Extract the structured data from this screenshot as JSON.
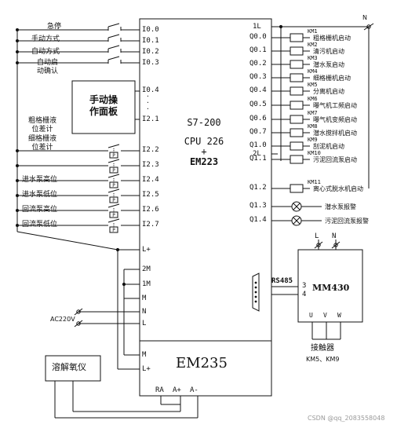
{
  "inputs_left": [
    {
      "name": "input-estop",
      "label": "急停",
      "pin": "I0.0"
    },
    {
      "name": "input-manual-mode",
      "label": "手动方式",
      "pin": "I0.1"
    },
    {
      "name": "input-auto-mode",
      "label": "自动方式",
      "pin": "I0.2"
    },
    {
      "name": "input-auto-start-confirm",
      "label": "自动启\n动确认",
      "pin": "I0.3"
    }
  ],
  "manual_panel": {
    "label": "手动操\n作面板",
    "pin_top": "I0.4",
    "pin_bottom": "I2.1"
  },
  "level_inputs": [
    {
      "name": "input-coarse-screen-level",
      "label": "粗格栅液\n位差计",
      "pin": "I2.2"
    },
    {
      "name": "input-fine-screen-level",
      "label": "细格栅液\n位差计",
      "pin": "I2.3"
    },
    {
      "name": "input-inlet-pump-high",
      "label": "进水泵高位",
      "pin": "I2.4"
    },
    {
      "name": "input-inlet-pump-low",
      "label": "进水泵低位",
      "pin": "I2.5"
    },
    {
      "name": "input-return-pump-high",
      "label": "回流泵高位",
      "pin": "I2.6"
    },
    {
      "name": "input-return-pump-low",
      "label": "回流泵低位",
      "pin": "I2.7"
    }
  ],
  "plc": {
    "line1": "S7-200",
    "line2": "CPU 226",
    "line3": "+",
    "line4": "EM223"
  },
  "power_pins": {
    "lplus": "L+",
    "m2": "2M",
    "m1": "1M",
    "m": "M",
    "n": "N",
    "l": "L",
    "one_l": "1L",
    "two_l": "2L"
  },
  "ac_label": "AC220V",
  "outputs": [
    {
      "pin": "Q0.0",
      "km": "KM1",
      "label": "粗格栅机启动"
    },
    {
      "pin": "Q0.1",
      "km": "KM2",
      "label": "清污机启动"
    },
    {
      "pin": "Q0.2",
      "km": "KM3",
      "label": "潜水泵启动"
    },
    {
      "pin": "Q0.3",
      "km": "KM4",
      "label": "细格栅机启动"
    },
    {
      "pin": "Q0.4",
      "km": "KM5",
      "label": "分离机启动"
    },
    {
      "pin": "Q0.5",
      "km": "KM6",
      "label": "曝气机工频启动"
    },
    {
      "pin": "Q0.6",
      "km": "KM7",
      "label": "曝气机变频启动"
    },
    {
      "pin": "Q0.7",
      "km": "KM8",
      "label": "潜水搅拌机启动"
    },
    {
      "pin": "Q1.0",
      "km": "KM9",
      "label": "刮泥机启动"
    },
    {
      "pin": "Q1.1",
      "km": "KM10",
      "label": "污泥回流泵启动"
    },
    {
      "pin": "Q1.2",
      "km": "KM11",
      "label": "离心式脱水机启动"
    },
    {
      "pin": "Q1.3",
      "km": "",
      "label": "潜水泵报警"
    },
    {
      "pin": "Q1.4",
      "km": "",
      "label": "污泥回流泵报警"
    }
  ],
  "neutral": "N",
  "rs485": "RS485",
  "mm430": {
    "title": "MM430",
    "pin3": "3",
    "pin4": "4",
    "l": "L",
    "n": "N",
    "u": "U",
    "v": "V",
    "w": "W"
  },
  "contactor": {
    "label": "接触器",
    "sub": "KM5、KM9"
  },
  "em235": {
    "title": "EM235",
    "m": "M",
    "lplus": "L+",
    "ra": "RA",
    "aplus": "A+",
    "aminus": "A-"
  },
  "do_meter": "溶解氧仪",
  "watermark": "CSDN @qq_2083558048"
}
